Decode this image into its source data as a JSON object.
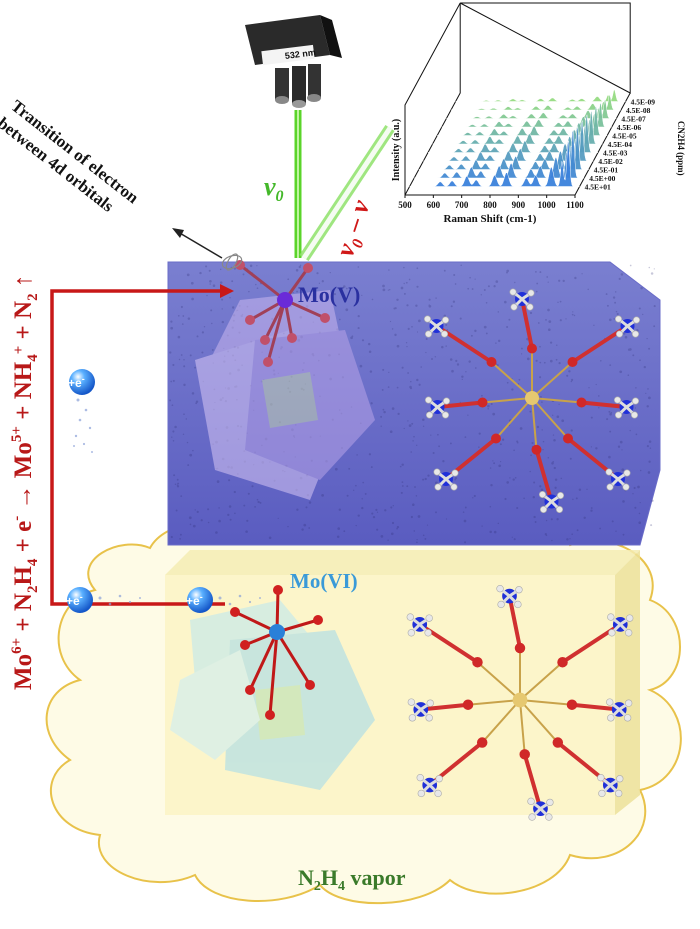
{
  "camera": {
    "wavelength_label": "532 nm"
  },
  "beams": {
    "incident_label": "ν",
    "incident_sub": "0",
    "scattered_label": "ν",
    "scattered_sub": "0",
    "scattered_suffix": " – ν"
  },
  "annotation": {
    "line1": "Transition of electron",
    "line2": "between 4d orbitals"
  },
  "reaction": {
    "mo6": "Mo",
    "mo6_sup": "6+",
    "plus1": " + N",
    "n2h4_sub1": "2",
    "h": "H",
    "n2h4_sub2": "4",
    "plus_e": " + e",
    "e_sup": "-",
    "arrow": " → Mo",
    "mo5_sup": "5+",
    "plus_nh": " + NH",
    "nh_sub": "4",
    "nh_sup": "+",
    "plus_n2": " + N",
    "n2_sub": "2",
    "up": " ↑"
  },
  "electron": {
    "label": "+e",
    "sup": "-"
  },
  "labels": {
    "mo5": "Mo(V)",
    "mo6": "Mo(VI)",
    "vapor_main": "N",
    "vapor_sub1": "2",
    "vapor_h": "H",
    "vapor_sub2": "4",
    "vapor_tail": " vapor"
  },
  "chart_data": {
    "type": "line",
    "xlabel": "Raman Shift (cm-1)",
    "ylabel": "Intensity (a.u.)",
    "zlabel": "CN2H4 (ppm)",
    "x_ticks": [
      "500",
      "600",
      "700",
      "800",
      "900",
      "1000",
      "1100"
    ],
    "xlim": [
      500,
      1100
    ],
    "z_ticks": [
      "4.5E-09",
      "4.5E-08",
      "4.5E-07",
      "4.5E-06",
      "4.5E-05",
      "4.5E-04",
      "4.5E-03",
      "4.5E-02",
      "4.5E-01",
      "4.5E+00",
      "4.5E+01"
    ],
    "peaks": [
      {
        "x": 608,
        "rel": 0.1
      },
      {
        "x": 650,
        "rel": 0.12
      },
      {
        "x": 702,
        "rel": 0.22
      },
      {
        "x": 735,
        "rel": 0.14
      },
      {
        "x": 800,
        "rel": 0.24
      },
      {
        "x": 842,
        "rel": 0.3
      },
      {
        "x": 912,
        "rel": 0.18
      },
      {
        "x": 945,
        "rel": 0.24
      },
      {
        "x": 1000,
        "rel": 0.42
      },
      {
        "x": 1038,
        "rel": 0.55
      },
      {
        "x": 1060,
        "rel": 1.0
      }
    ],
    "series_scale": [
      0.85,
      0.9,
      0.8,
      0.75,
      0.7,
      0.62,
      0.55,
      0.45,
      0.35,
      0.28,
      0.22
    ]
  }
}
